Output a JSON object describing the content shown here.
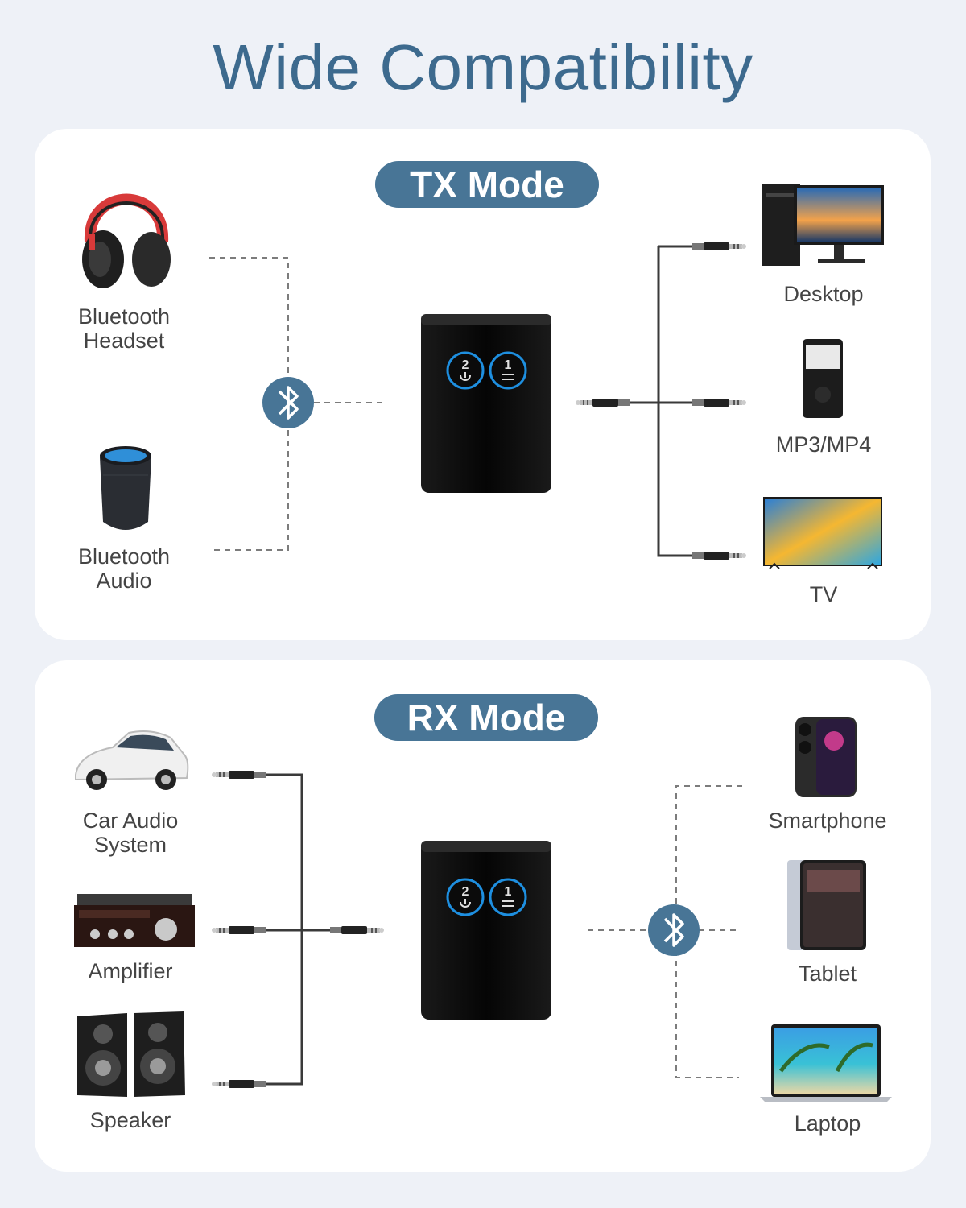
{
  "title": "Wide Compatibility",
  "tx": {
    "mode_label": "TX Mode",
    "left_devices": [
      "Bluetooth\nHeadset",
      "Bluetooth\nAudio"
    ],
    "right_devices": [
      "Desktop",
      "MP3/MP4",
      "TV"
    ]
  },
  "rx": {
    "mode_label": "RX Mode",
    "left_devices": [
      "Car Audio\nSystem",
      "Amplifier",
      "Speaker"
    ],
    "right_devices": [
      "Smartphone",
      "Tablet",
      "Laptop"
    ]
  },
  "colors": {
    "accent": "#487596",
    "title": "#3d6a8e",
    "background": "#eef1f7"
  },
  "icons": [
    "headphones-icon",
    "smart-speaker-icon",
    "bluetooth-icon",
    "desktop-icon",
    "mp3-player-icon",
    "tv-icon",
    "car-icon",
    "amplifier-icon",
    "speakers-icon",
    "smartphone-icon",
    "tablet-icon",
    "laptop-icon",
    "adapter-icon",
    "audio-cable-icon"
  ]
}
